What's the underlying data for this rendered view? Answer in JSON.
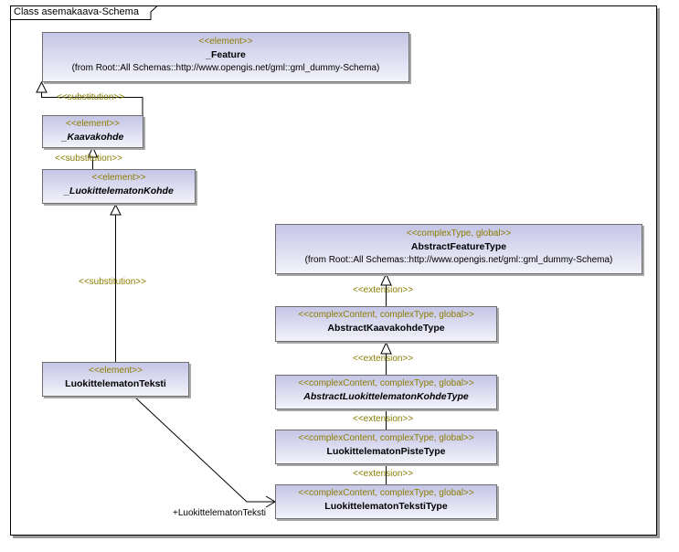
{
  "frame": {
    "title": "Class asemakaava-Schema"
  },
  "classes": {
    "feature": {
      "stereotype": "<<element>>",
      "name": "_Feature",
      "from": "(from Root::All Schemas::http://www.opengis.net/gml::gml_dummy-Schema)"
    },
    "kaavakohde": {
      "stereotype": "<<element>>",
      "name": "_Kaavakohde"
    },
    "luokittelematon_kohde": {
      "stereotype": "<<element>>",
      "name": "_LuokittelematonKohde"
    },
    "luokittelematon_teksti": {
      "stereotype": "<<element>>",
      "name": "LuokittelematonTeksti"
    },
    "abstract_feature_type": {
      "stereotype": "<<complexType, global>>",
      "name": "AbstractFeatureType",
      "from": "(from Root::All Schemas::http://www.opengis.net/gml::gml_dummy-Schema)"
    },
    "abstract_kaavakohde_type": {
      "stereotype": "<<complexContent, complexType, global>>",
      "name": "AbstractKaavakohdeType"
    },
    "abstract_luokittelematon_kohde_type": {
      "stereotype": "<<complexContent, complexType, global>>",
      "name": "AbstractLuokittelematonKohdeType"
    },
    "luokittelematon_piste_type": {
      "stereotype": "<<complexContent, complexType, global>>",
      "name": "LuokittelematonPisteType"
    },
    "luokittelematon_teksti_type": {
      "stereotype": "<<complexContent, complexType, global>>",
      "name": "LuokittelematonTekstiType"
    }
  },
  "relations": {
    "substitution": "<<substitution>>",
    "extension": "<<extension>>",
    "association_role": "+LuokittelematonTeksti"
  }
}
